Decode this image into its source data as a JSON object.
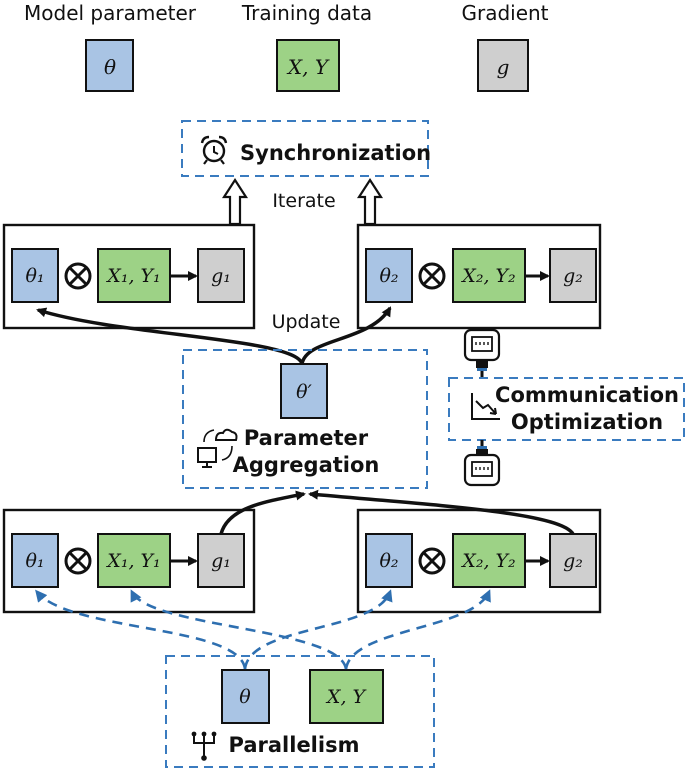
{
  "legend": {
    "model_parameter": {
      "title": "Model parameter",
      "symbol": "θ"
    },
    "training_data": {
      "title": "Training data",
      "symbol": "X, Y"
    },
    "gradient": {
      "title": "Gradient",
      "symbol": "g"
    }
  },
  "sync": {
    "label": "Synchronization",
    "icon": "alarm-clock-icon"
  },
  "iterate_label": "Iterate",
  "update_label": "Update",
  "top_workers": [
    {
      "theta": "θ₁",
      "data": "X₁, Y₁",
      "grad": "g₁"
    },
    {
      "theta": "θ₂",
      "data": "X₂, Y₂",
      "grad": "g₂"
    }
  ],
  "aggregation": {
    "theta": "θ′",
    "line1": "Parameter",
    "line2": "Aggregation",
    "icon": "cloud-sync-icon"
  },
  "communication": {
    "line1": "Communication",
    "line2": "Optimization",
    "icon": "network-port-icon"
  },
  "bottom_workers": [
    {
      "theta": "θ₁",
      "data": "X₁, Y₁",
      "grad": "g₁"
    },
    {
      "theta": "θ₂",
      "data": "X₂, Y₂",
      "grad": "g₂"
    }
  ],
  "parallelism": {
    "theta": "θ",
    "data": "X, Y",
    "label": "Parallelism",
    "icon": "tree-split-icon"
  },
  "colors": {
    "param": "#a9c4e4",
    "data": "#9dd286",
    "grad": "#cfcfcf",
    "dashed": "#3a7bbf",
    "arrow_blue": "#2e6fb0"
  }
}
